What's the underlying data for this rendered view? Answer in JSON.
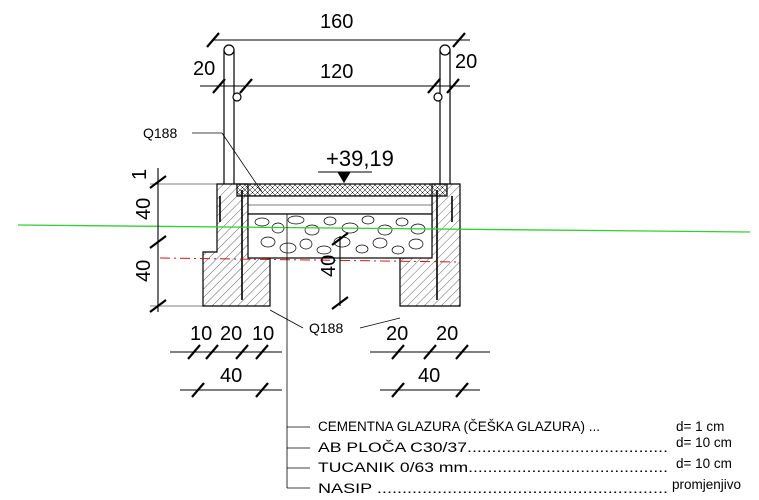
{
  "dimensions": {
    "top_total": "160",
    "top_left_offset": "20",
    "top_inner": "120",
    "top_right_offset": "20",
    "left_h_top": "1",
    "left_h_mid": "40",
    "left_h_bot": "40",
    "inner_h": "40",
    "bot_left_a": "10",
    "bot_left_b": "20",
    "bot_left_c": "10",
    "bot_left_total": "40",
    "bot_right_a": "20",
    "bot_right_b": "20",
    "bot_right_total": "40"
  },
  "elevation": "+39,19",
  "labels": {
    "rebar_top": "Q188",
    "rebar_bottom": "Q188"
  },
  "legend": [
    {
      "text": "CEMENTNA GLAZURA (ČEŠKA GLAZURA) ...",
      "value": "d=   1 cm"
    },
    {
      "text": "AB PLOČA C30/37.........................................",
      "value": "d= 10 cm"
    },
    {
      "text": "TUCANIK 0/63 mm.........................................",
      "value": "d= 10 cm"
    },
    {
      "text": "NASIP ..........................................................",
      "value": "promjenjivo"
    }
  ],
  "colors": {
    "line": "#000000",
    "ground_line": "#2fd12f",
    "axis_dashed": "#d01818"
  }
}
